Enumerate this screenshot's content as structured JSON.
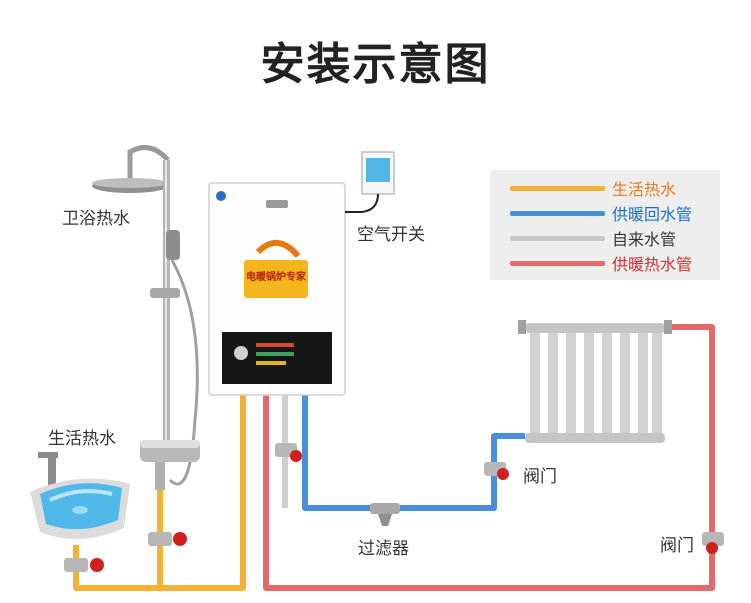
{
  "title": "安装示意图",
  "labels": {
    "shower": "卫浴热水",
    "basin": "生活热水",
    "air_switch": "空气开关",
    "valve_radiator": "阀门",
    "valve_right": "阀门",
    "filter": "过滤器"
  },
  "boiler": {
    "sticker_text": "电暖锅炉专家"
  },
  "legend": [
    {
      "label": "生活热水",
      "color": "#f5b133",
      "text_color": "#e87a1f"
    },
    {
      "label": "供暖回水管",
      "color": "#4a90d9",
      "text_color": "#1a6fc9"
    },
    {
      "label": "自来水管",
      "color": "#c8c8c8",
      "text_color": "#333333"
    },
    {
      "label": "供暖热水管",
      "color": "#e36a6a",
      "text_color": "#d62e2e"
    }
  ]
}
